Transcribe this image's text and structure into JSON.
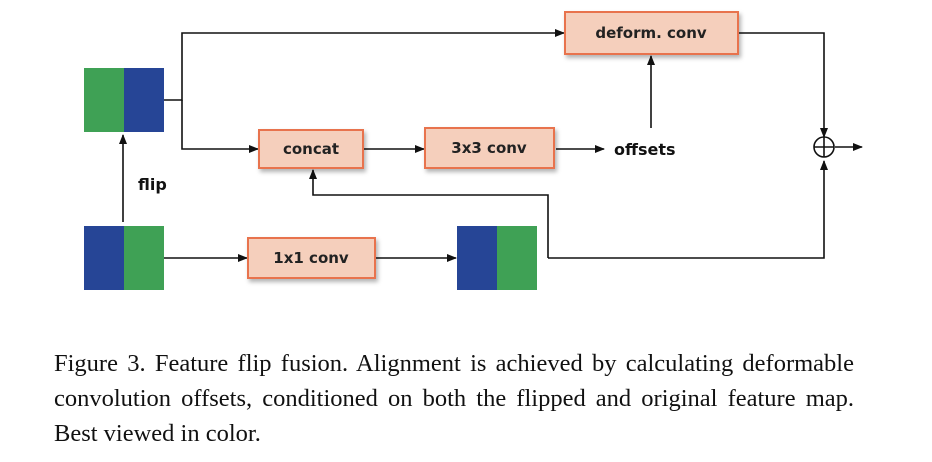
{
  "diagram": {
    "boxes": {
      "deform_conv": "deform. conv",
      "concat": "concat",
      "conv3x3": "3x3 conv",
      "conv1x1": "1x1 conv"
    },
    "labels": {
      "offsets": "offsets",
      "flip": "flip"
    },
    "colors": {
      "box_fill": "#f5cfbc",
      "box_border": "#e8734d",
      "feature_blue": "#264596",
      "feature_green": "#3fa155",
      "line": "#111111"
    }
  },
  "caption": "Figure 3. Feature flip fusion. Alignment is achieved by calculating deformable convolution offsets, conditioned on both the flipped and original feature map. Best viewed in color."
}
